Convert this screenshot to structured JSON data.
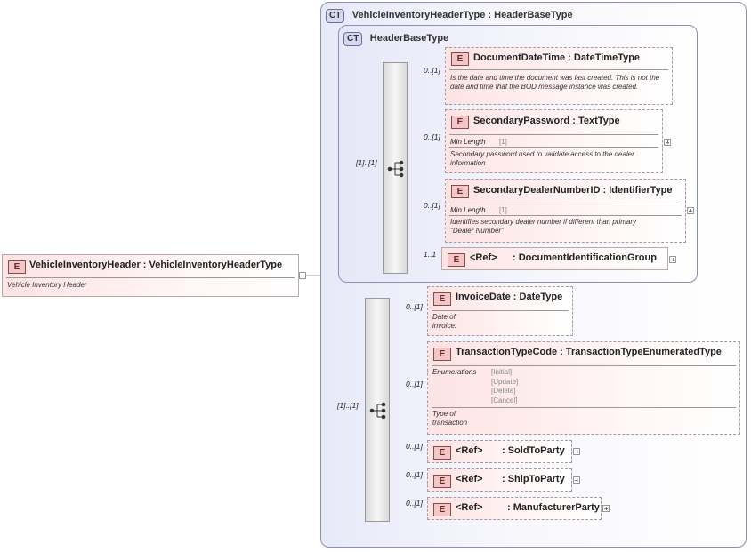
{
  "outer_type": {
    "badge": "CT",
    "title": "VehicleInventoryHeaderType : HeaderBaseType"
  },
  "inner_type": {
    "badge": "CT",
    "title": "HeaderBaseType"
  },
  "root": {
    "badge": "E",
    "name": "VehicleInventoryHeader : VehicleInventoryHeaderType",
    "doc": "Vehicle Inventory Header"
  },
  "seq1": {
    "multiplicity": "[1]..[1]"
  },
  "seq2": {
    "multiplicity": "[1]..[1]"
  },
  "elements": {
    "document_date_time": {
      "badge": "E",
      "name": "DocumentDateTime : DateTimeType",
      "multiplicity": "0..[1]",
      "doc": "Is the date and time the document was last created. This is not the date and time that the BOD message instance was created."
    },
    "secondary_password": {
      "badge": "E",
      "name": "SecondaryPassword : TextType",
      "multiplicity": "0..[1]",
      "facet_label": "Min Length",
      "facet_value": "[1]",
      "doc": "Secondary password used to validate access to the dealer information"
    },
    "secondary_dealer_number_id": {
      "badge": "E",
      "name": "SecondaryDealerNumberID : IdentifierType",
      "multiplicity": "0..[1]",
      "facet_label": "Min Length",
      "facet_value": "[1]",
      "doc": "Identifies secondary dealer number if different than primary \"Dealer Number\""
    },
    "document_identification_group": {
      "badge": "E",
      "ref": "<Ref>",
      "name": ": DocumentIdentificationGroup",
      "multiplicity": "1..1"
    },
    "invoice_date": {
      "badge": "E",
      "name": "InvoiceDate : DateType",
      "multiplicity": "0..[1]",
      "doc": "Date of invoice."
    },
    "transaction_type_code": {
      "badge": "E",
      "name": "TransactionTypeCode : TransactionTypeEnumeratedType",
      "multiplicity": "0..[1]",
      "facet_label": "Enumerations",
      "enumerations": [
        "[Initial]",
        "[Update]",
        "[Delete]",
        "[Cancel]"
      ],
      "doc": "Type of transaction"
    },
    "sold_to_party": {
      "badge": "E",
      "ref": "<Ref>",
      "name": ": SoldToParty",
      "multiplicity": "0..[1]"
    },
    "ship_to_party": {
      "badge": "E",
      "ref": "<Ref>",
      "name": ": ShipToParty",
      "multiplicity": "0..[1]"
    },
    "manufacturer_party": {
      "badge": "E",
      "ref": "<Ref>",
      "name": ": ManufacturerParty",
      "multiplicity": "0..[1]"
    }
  },
  "footer": {
    "text": "."
  },
  "colors": {
    "element_fill": "#fde3e3",
    "type_fill": "#e8e9f8",
    "badge_fill": "#f3c7c7"
  },
  "icons": [
    "sequence-icon",
    "expand-plus-icon",
    "collapse-minus-icon"
  ]
}
